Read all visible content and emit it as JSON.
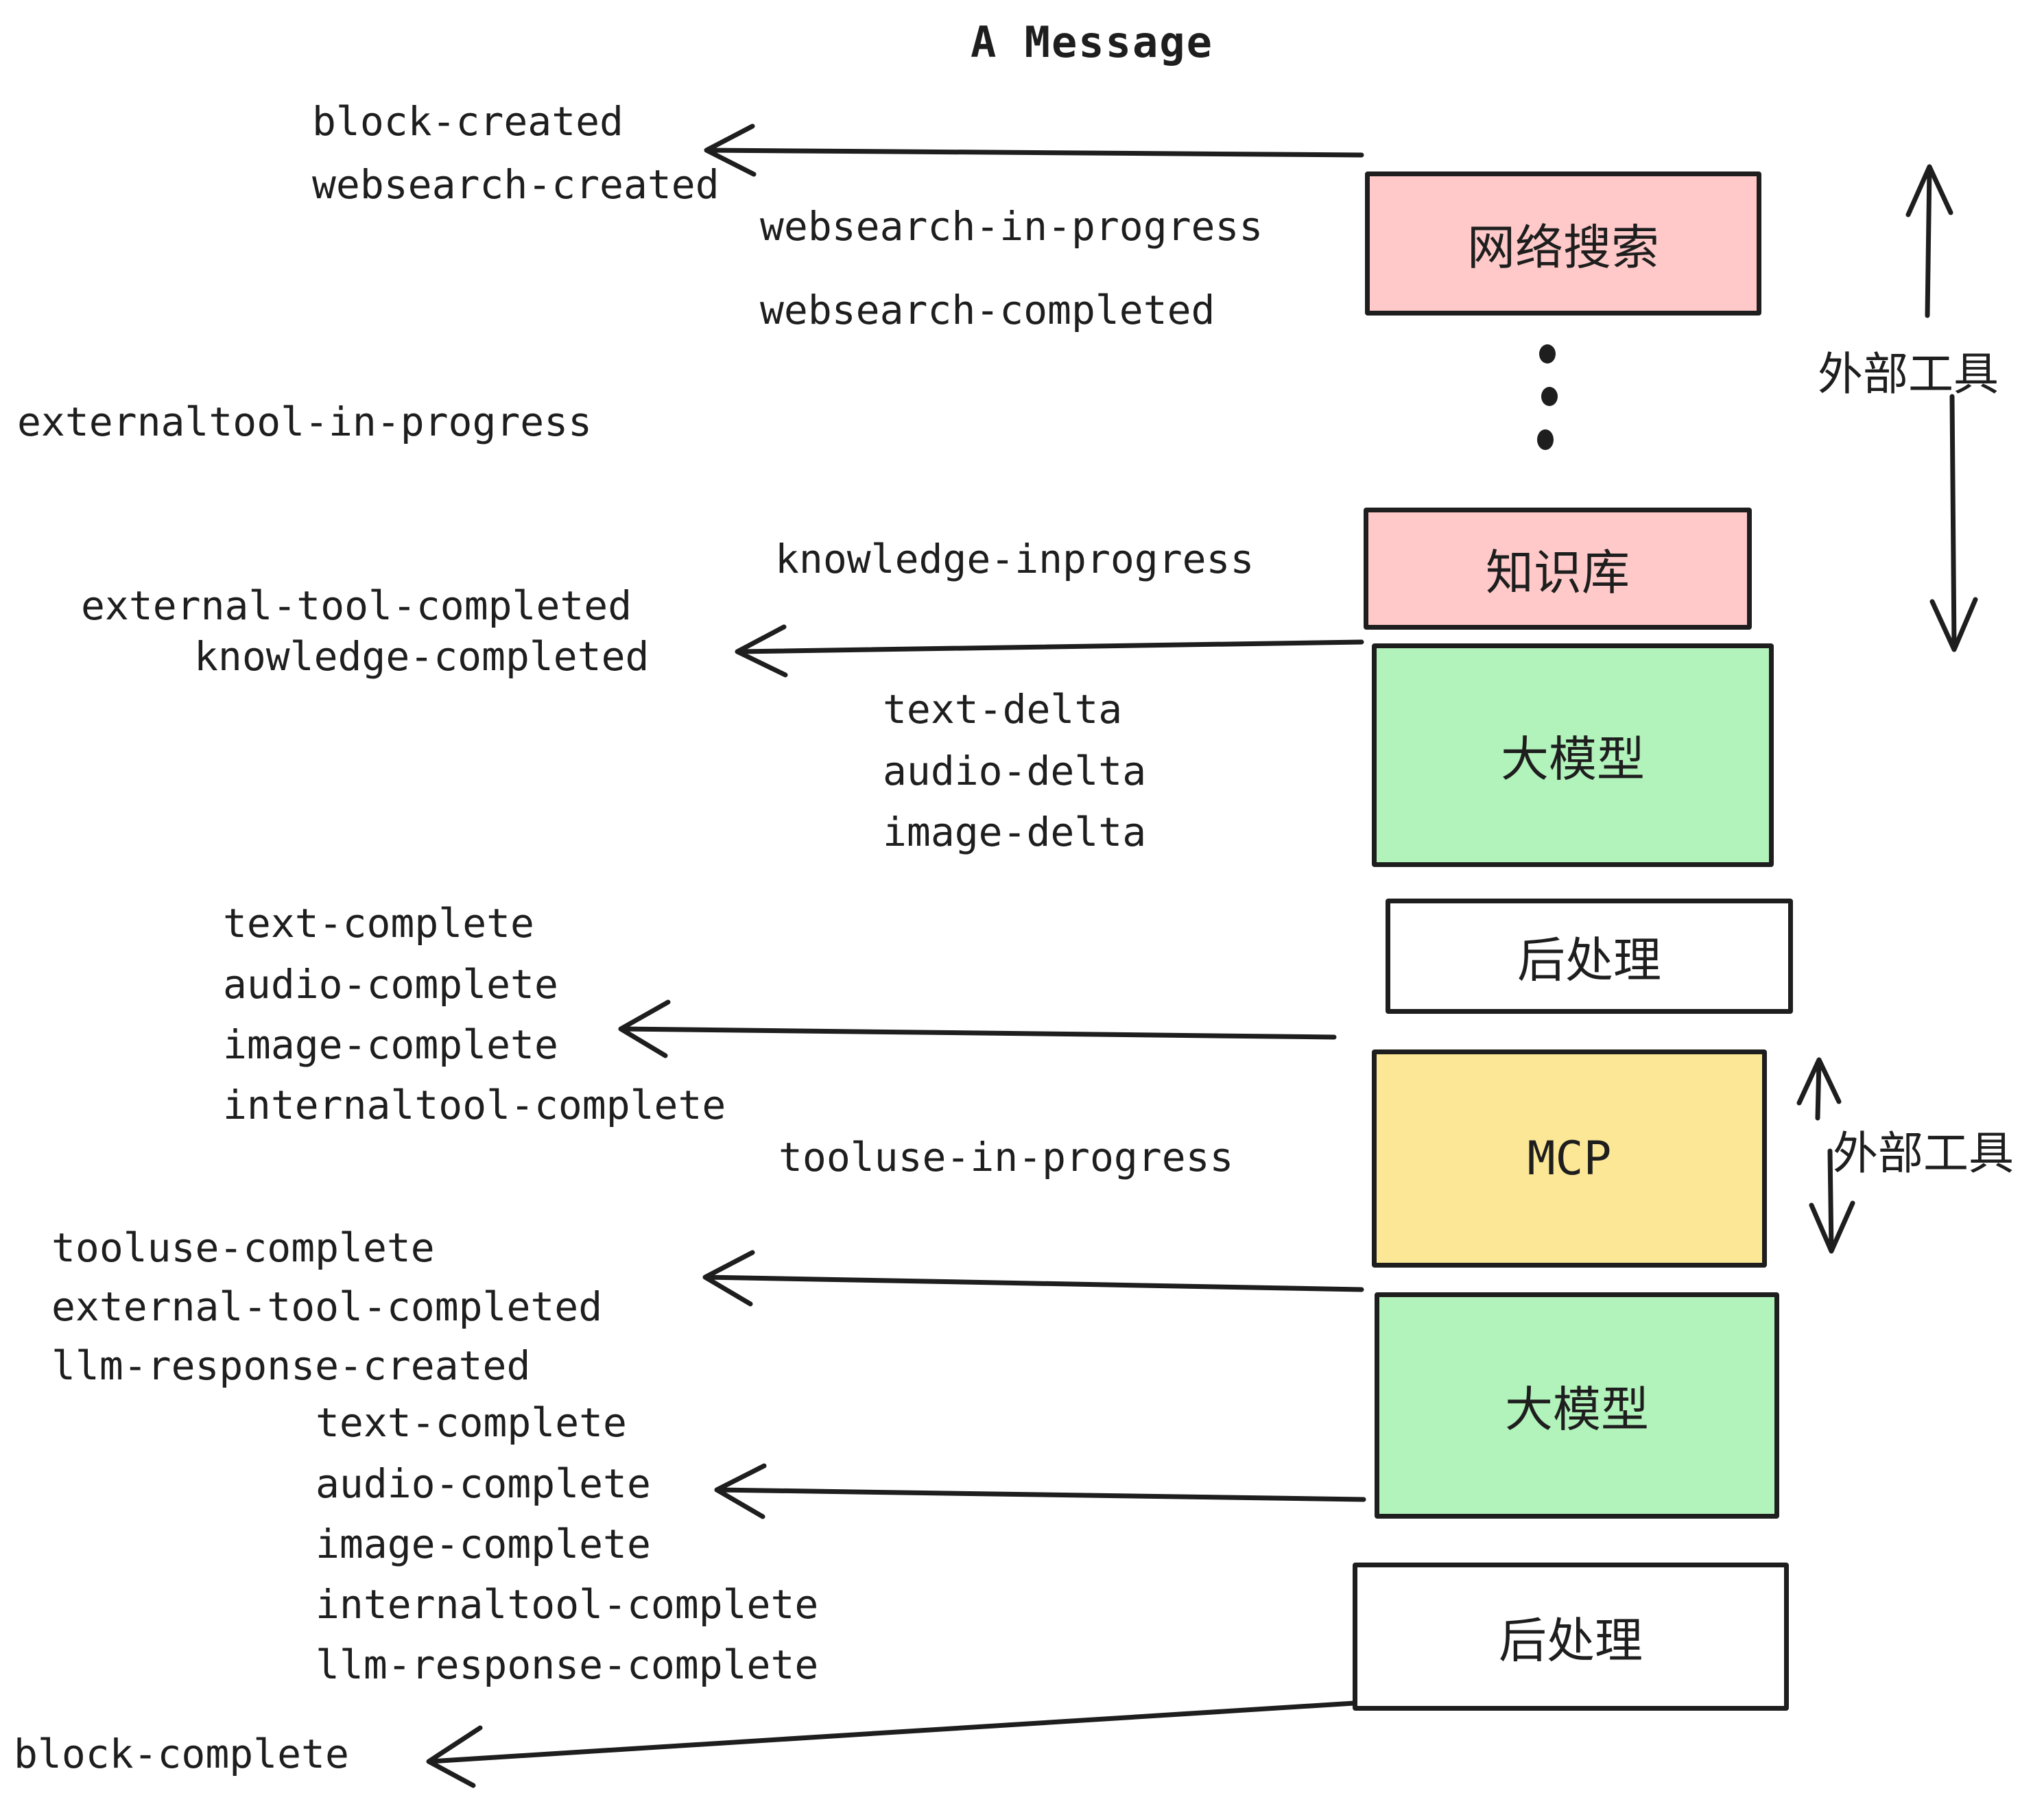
{
  "title": "A Message",
  "events": [
    "block-created",
    "websearch-created",
    "websearch-in-progress",
    "websearch-completed",
    "externaltool-in-progress",
    "knowledge-inprogress",
    "external-tool-completed",
    "knowledge-completed",
    "text-delta",
    "audio-delta",
    "image-delta",
    "text-complete",
    "audio-complete",
    "image-complete",
    "internaltool-complete",
    "tooluse-in-progress",
    "tooluse-complete",
    "external-tool-completed",
    "llm-response-created",
    "text-complete",
    "audio-complete",
    "image-complete",
    "internaltool-complete",
    "llm-response-complete",
    "block-complete"
  ],
  "boxes": [
    {
      "id": "websearch",
      "label": "网络搜索",
      "color": "#ffc9c9"
    },
    {
      "id": "knowledge",
      "label": "知识库",
      "color": "#ffc9c9"
    },
    {
      "id": "llm-1",
      "label": "大模型",
      "color": "#b2f2bb"
    },
    {
      "id": "post-process-1",
      "label": "后处理",
      "color": "#ffffff"
    },
    {
      "id": "mcp",
      "label": "MCP",
      "color": "#fbe796"
    },
    {
      "id": "llm-2",
      "label": "大模型",
      "color": "#b2f2bb"
    },
    {
      "id": "post-process-2",
      "label": "后处理",
      "color": "#ffffff"
    }
  ],
  "annotations": {
    "external_tools_top": "外部工具",
    "external_tools_bottom": "外部工具"
  },
  "colors": {
    "ink": "#1e1e1e",
    "pink": "#ffc9c9",
    "green": "#b2f2bb",
    "yellow": "#fbe796",
    "white": "#ffffff"
  }
}
